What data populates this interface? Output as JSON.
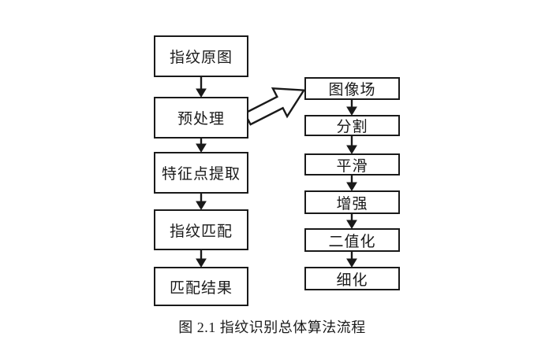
{
  "figure": {
    "caption": "图 2.1  指纹识别总体算法流程"
  },
  "flowchart": {
    "main_flow": [
      {
        "label": "指纹原图"
      },
      {
        "label": "预处理"
      },
      {
        "label": "特征点提取"
      },
      {
        "label": "指纹匹配"
      },
      {
        "label": "匹配结果"
      }
    ],
    "preprocessing_steps": [
      {
        "label": "图像场"
      },
      {
        "label": "分割"
      },
      {
        "label": "平滑"
      },
      {
        "label": "增强"
      },
      {
        "label": "二值化"
      },
      {
        "label": "细化"
      }
    ],
    "colors": {
      "line": "#1a1a1a",
      "box_fill": "#ffffff",
      "background": "#ffffff"
    }
  }
}
